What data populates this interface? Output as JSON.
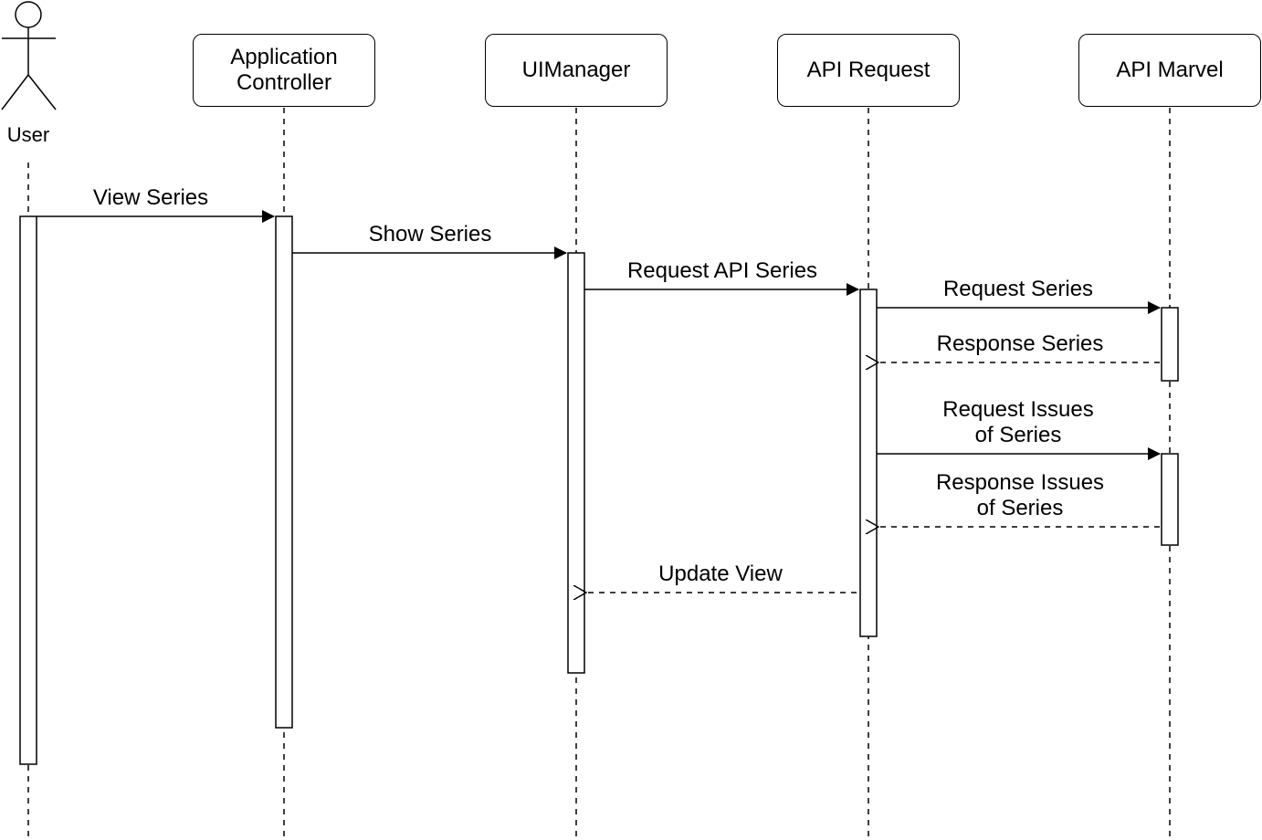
{
  "actor": {
    "name": "User"
  },
  "participants": [
    {
      "key": "app",
      "name": "Application\nController"
    },
    {
      "key": "ui",
      "name": "UIManager"
    },
    {
      "key": "apireq",
      "name": "API Request"
    },
    {
      "key": "marvel",
      "name": "API Marvel"
    }
  ],
  "messages": [
    {
      "key": "m1",
      "label": "View Series",
      "from": "User",
      "to": "Application Controller",
      "style": "solid"
    },
    {
      "key": "m2",
      "label": "Show Series",
      "from": "Application Controller",
      "to": "UIManager",
      "style": "solid"
    },
    {
      "key": "m3",
      "label": "Request API Series",
      "from": "UIManager",
      "to": "API Request",
      "style": "solid"
    },
    {
      "key": "m4",
      "label": "Request Series",
      "from": "API Request",
      "to": "API Marvel",
      "style": "solid"
    },
    {
      "key": "m5",
      "label": "Response Series",
      "from": "API Marvel",
      "to": "API Request",
      "style": "dashed"
    },
    {
      "key": "m6",
      "label": "Request Issues\nof Series",
      "from": "API Request",
      "to": "API Marvel",
      "style": "solid"
    },
    {
      "key": "m7",
      "label": "Response Issues\nof Series",
      "from": "API Marvel",
      "to": "API Request",
      "style": "dashed"
    },
    {
      "key": "m8",
      "label": "Update View",
      "from": "API Request",
      "to": "UIManager",
      "style": "dashed"
    }
  ]
}
